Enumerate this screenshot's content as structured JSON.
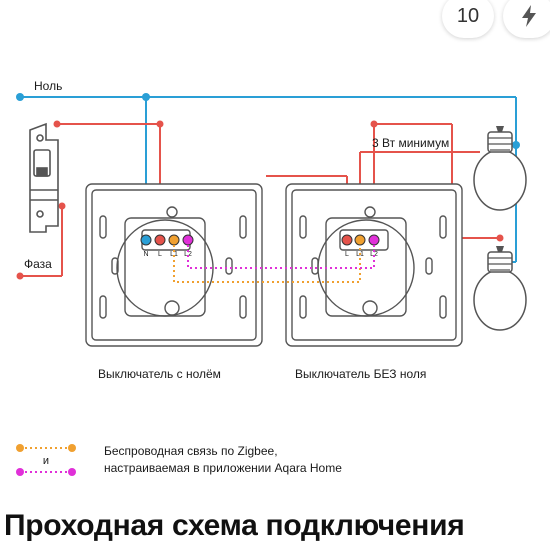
{
  "toolbar": {
    "count": "10",
    "flash_icon": "lightning-icon"
  },
  "diagram": {
    "neutral_label": "Ноль",
    "phase_label": "Фаза",
    "min_power_label": "3 Вт минимум",
    "switch_with_neutral": {
      "caption": "Выключатель с нолём",
      "terminals": [
        "N",
        "L",
        "L1",
        "L2"
      ]
    },
    "switch_without_neutral": {
      "caption": "Выключатель БЕЗ ноля",
      "terminals": [
        "L",
        "L1",
        "L2"
      ]
    },
    "legend": {
      "connector": "и",
      "line1": "Беспроводная связь по Zigbee,",
      "line2": "настраиваемая в приложении Aqara Home"
    },
    "colors": {
      "neutral": "#2a9fd6",
      "phase": "#e5534b",
      "zigbee_orange": "#f0a030",
      "zigbee_magenta": "#e030d8",
      "device_outline": "#555555"
    }
  },
  "headline": "Проходная схема подключения"
}
